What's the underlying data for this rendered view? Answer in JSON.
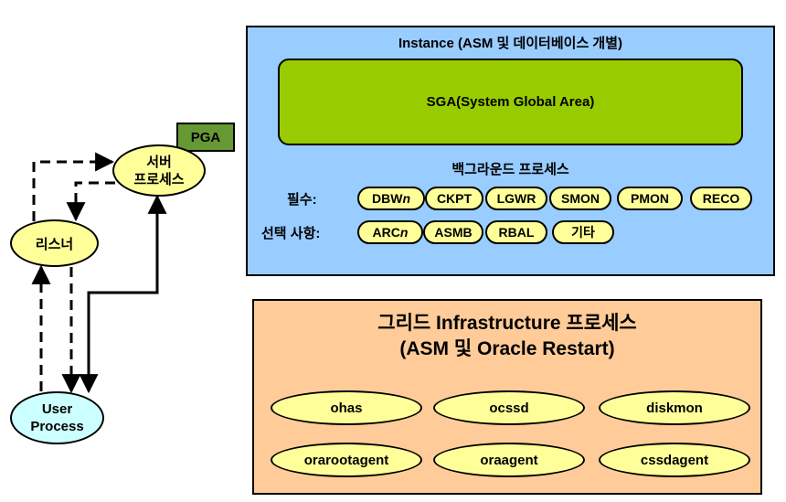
{
  "instance": {
    "title": "Instance (ASM 및 데이터베이스 개별)",
    "sga_label": "SGA(System Global Area)",
    "background_title": "백그라운드 프로세스",
    "required_label": "필수:",
    "optional_label": "선택 사항:",
    "required": [
      {
        "pre": "DBW",
        "ital": "n"
      },
      {
        "pre": "CKPT",
        "ital": ""
      },
      {
        "pre": "LGWR",
        "ital": ""
      },
      {
        "pre": "SMON",
        "ital": ""
      },
      {
        "pre": "PMON",
        "ital": ""
      },
      {
        "pre": "RECO",
        "ital": ""
      }
    ],
    "optional": [
      {
        "pre": "ARC",
        "ital": "n"
      },
      {
        "pre": "ASMB",
        "ital": ""
      },
      {
        "pre": "RBAL",
        "ital": ""
      },
      {
        "pre": "기타",
        "ital": ""
      }
    ]
  },
  "grid": {
    "title_line1": "그리드 Infrastructure 프로세스",
    "title_line2": "(ASM 및 Oracle Restart)",
    "processes": [
      "ohas",
      "ocssd",
      "diskmon",
      "orarootagent",
      "oraagent",
      "cssdagent"
    ]
  },
  "left": {
    "pga": "PGA",
    "server_line1": "서버",
    "server_line2": "프로세스",
    "listener": "리스너",
    "user_line1": "User",
    "user_line2": "Process"
  },
  "colors": {
    "instance_bg": "#99ccff",
    "sga_bg": "#99cc00",
    "pill_bg": "#ffff99",
    "grid_bg": "#ffcc99",
    "pga_bg": "#669933",
    "user_bg": "#ccffff"
  }
}
